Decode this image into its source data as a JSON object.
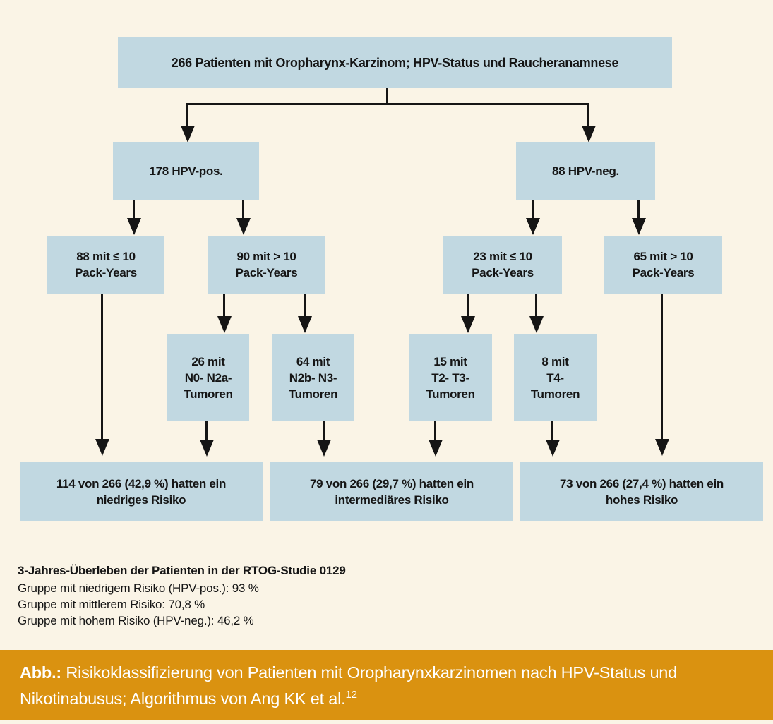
{
  "colors": {
    "background": "#faf4e6",
    "node_fill": "#c1d8e1",
    "line": "#151515",
    "caption_bar": "#da9210",
    "caption_text": "#ffffff"
  },
  "nodes": {
    "root": {
      "lines": [
        "266 Patienten mit Oropharynx-Karzinom; HPV-Status und Raucheranamnese"
      ]
    },
    "hpv_pos": {
      "lines": [
        "178 HPV-pos."
      ]
    },
    "hpv_neg": {
      "lines": [
        "88 HPV-neg."
      ]
    },
    "pos_low_packyears": {
      "lines": [
        "88 mit ≤ 10",
        "Pack-Years"
      ]
    },
    "pos_high_packyears": {
      "lines": [
        "90 mit > 10",
        "Pack-Years"
      ]
    },
    "neg_low_packyears": {
      "lines": [
        "23 mit ≤ 10",
        "Pack-Years"
      ]
    },
    "neg_high_packyears": {
      "lines": [
        "65 mit > 10",
        "Pack-Years"
      ]
    },
    "n0_n2a_tumors": {
      "lines": [
        "26 mit",
        "N0- N2a-",
        "Tumoren"
      ]
    },
    "n2b_n3_tumors": {
      "lines": [
        "64 mit",
        "N2b- N3-",
        "Tumoren"
      ]
    },
    "t2_t3_tumors": {
      "lines": [
        "15 mit",
        "T2- T3-",
        "Tumoren"
      ]
    },
    "t4_tumors": {
      "lines": [
        "8 mit",
        "T4-",
        "Tumoren"
      ]
    },
    "low_risk": {
      "lines": [
        "114 von 266 (42,9 %) hatten ein",
        "niedriges Risiko"
      ]
    },
    "intermediate_risk": {
      "lines": [
        "79 von 266 (29,7 %) hatten ein",
        "intermediäres Risiko"
      ]
    },
    "high_risk": {
      "lines": [
        "73 von 266 (27,4 %) hatten ein",
        "hohes Risiko"
      ]
    }
  },
  "footnote": {
    "title": "3-Jahres-Überleben der Patienten in der RTOG-Studie 0129",
    "lines": [
      "Gruppe mit niedrigem Risiko (HPV-pos.): 93 %",
      "Gruppe mit mittlerem Risiko: 70,8 %",
      "Gruppe mit hohem Risiko (HPV-neg.): 46,2 %"
    ]
  },
  "caption": {
    "prefix": "Abb.:",
    "text": " Risikoklassifizierung von Patienten mit Oropharynxkarzinomen nach HPV-Status und Nikotinabusus; Algorithmus von Ang KK et al.",
    "reference_superscript": "12"
  }
}
